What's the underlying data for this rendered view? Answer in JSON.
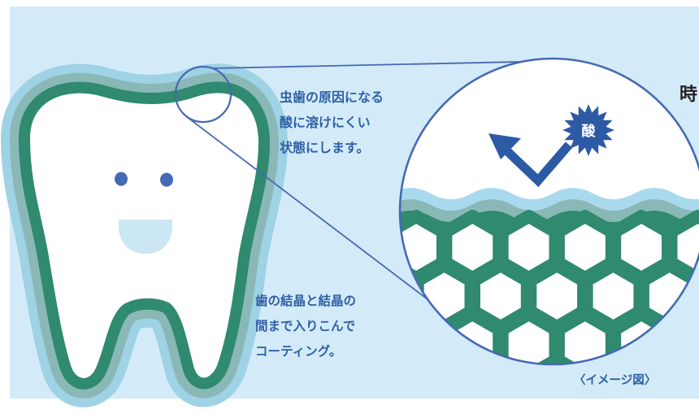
{
  "colors": {
    "background": "#d3ebf8",
    "tooth_outline": "#2f8a6f",
    "outer_halo": "#9fd2e4",
    "middle_halo": "#8ab8b7",
    "face": "#4669b3",
    "mouth": "#cbe7f4",
    "text": "#2f5fa6",
    "acid_burst": "#2d5aa5"
  },
  "texts": {
    "top": [
      "虫歯の原因になる",
      "酸に溶けにくい",
      "状態にします。"
    ],
    "bottom": [
      "歯の結晶と結晶の",
      "間まで入りこんで",
      "コーティング。"
    ],
    "caption": "〈イメージ図〉",
    "acid_label": "酸",
    "edge_fragment": "時"
  }
}
